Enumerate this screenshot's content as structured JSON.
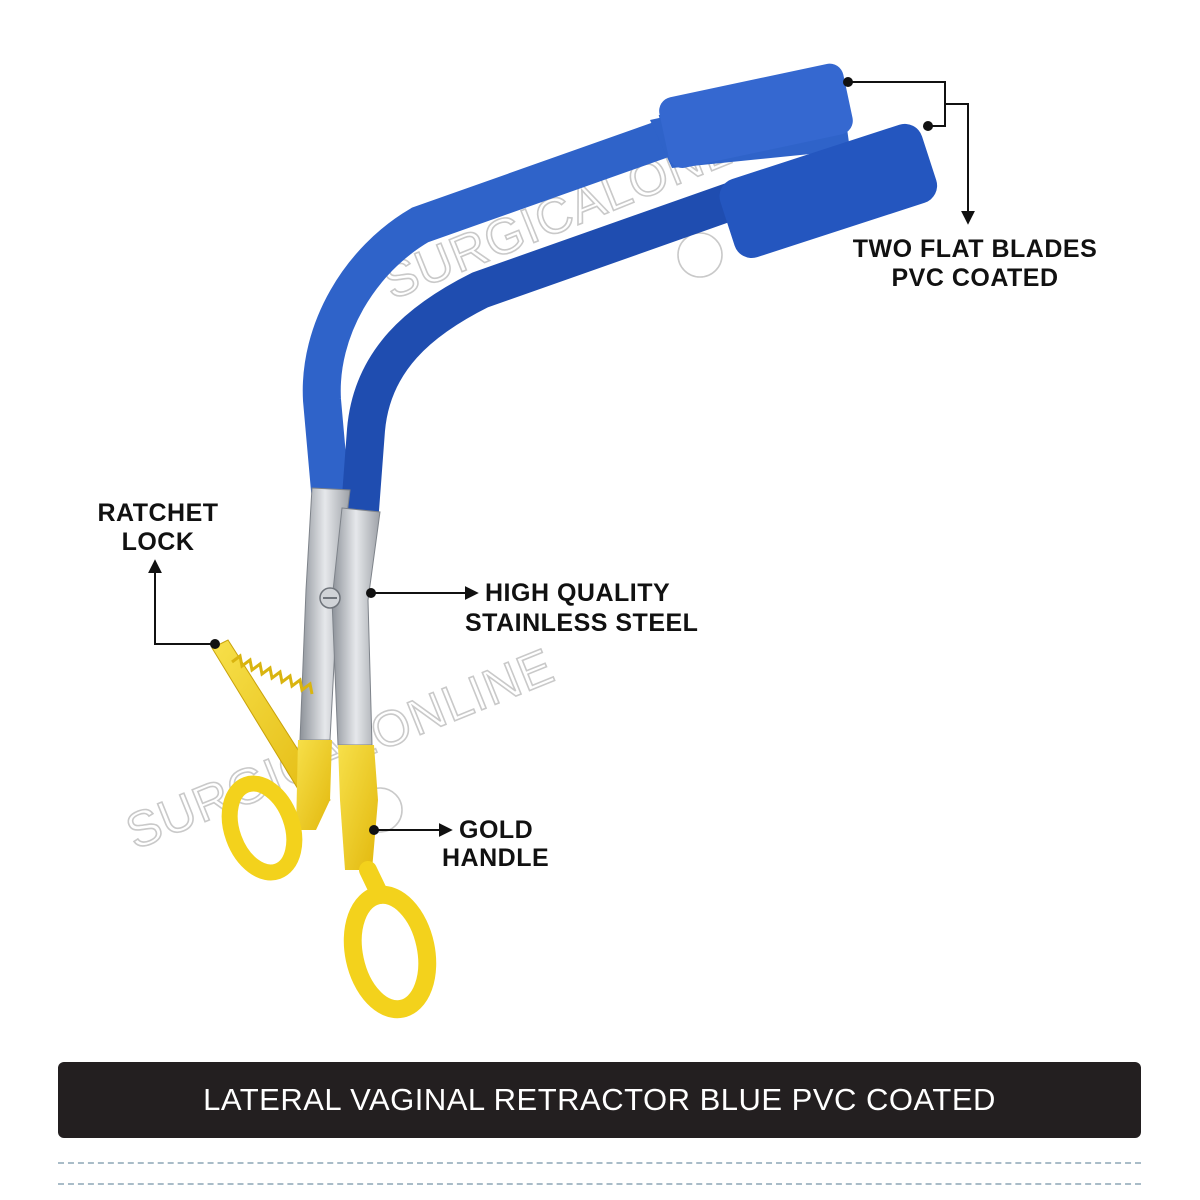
{
  "title": "LATERAL VAGINAL RETRACTOR BLUE PVC COATED",
  "watermark": {
    "text_primary": "SURGICALONLINE",
    "text_secondary": "SURGICALONLINE"
  },
  "callouts": {
    "blades": {
      "line1": "TWO FLAT BLADES",
      "line2": "PVC COATED"
    },
    "steel": {
      "line1": "HIGH QUALITY",
      "line2": "STAINLESS STEEL"
    },
    "handle": {
      "line1": "GOLD",
      "line2": "HANDLE"
    },
    "ratchet": {
      "line1": "RATCHET",
      "line2": "LOCK"
    }
  },
  "colors": {
    "pvc_blue": "#2f63c9",
    "pvc_blue_dark": "#1d47a8",
    "steel": "#b8bcc2",
    "gold": "#f3d21c",
    "title_bar": "#231f20",
    "callout_text": "#111111"
  }
}
